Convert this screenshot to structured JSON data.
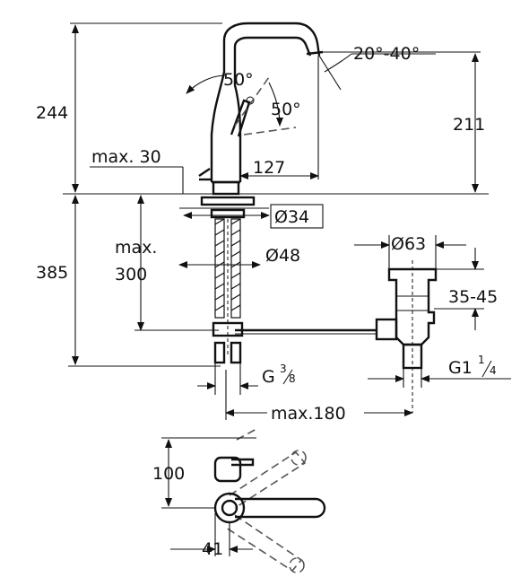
{
  "drawing": {
    "side_view": {
      "height_total": "244",
      "height_spout": "211",
      "depth_max": "max. 30",
      "reach": "127",
      "spout_swivel": "20°-40°",
      "lever_angle_a": "50°",
      "lever_angle_b": "50°",
      "base_diameter": "Ø34",
      "flange_diameter": "Ø48",
      "below_total": "385",
      "thickness_max_line1": "max.",
      "thickness_max_line2": "300",
      "hose_thread_main": "G",
      "hose_thread_sup": "3",
      "hose_thread_sub": "8"
    },
    "waste": {
      "diameter": "Ø63",
      "stroke_range": "35-45",
      "thread_main": "G1",
      "thread_sup": "1",
      "thread_sub": "4",
      "distance": "max.180"
    },
    "top_view": {
      "depth": "100",
      "offset": "41"
    }
  }
}
